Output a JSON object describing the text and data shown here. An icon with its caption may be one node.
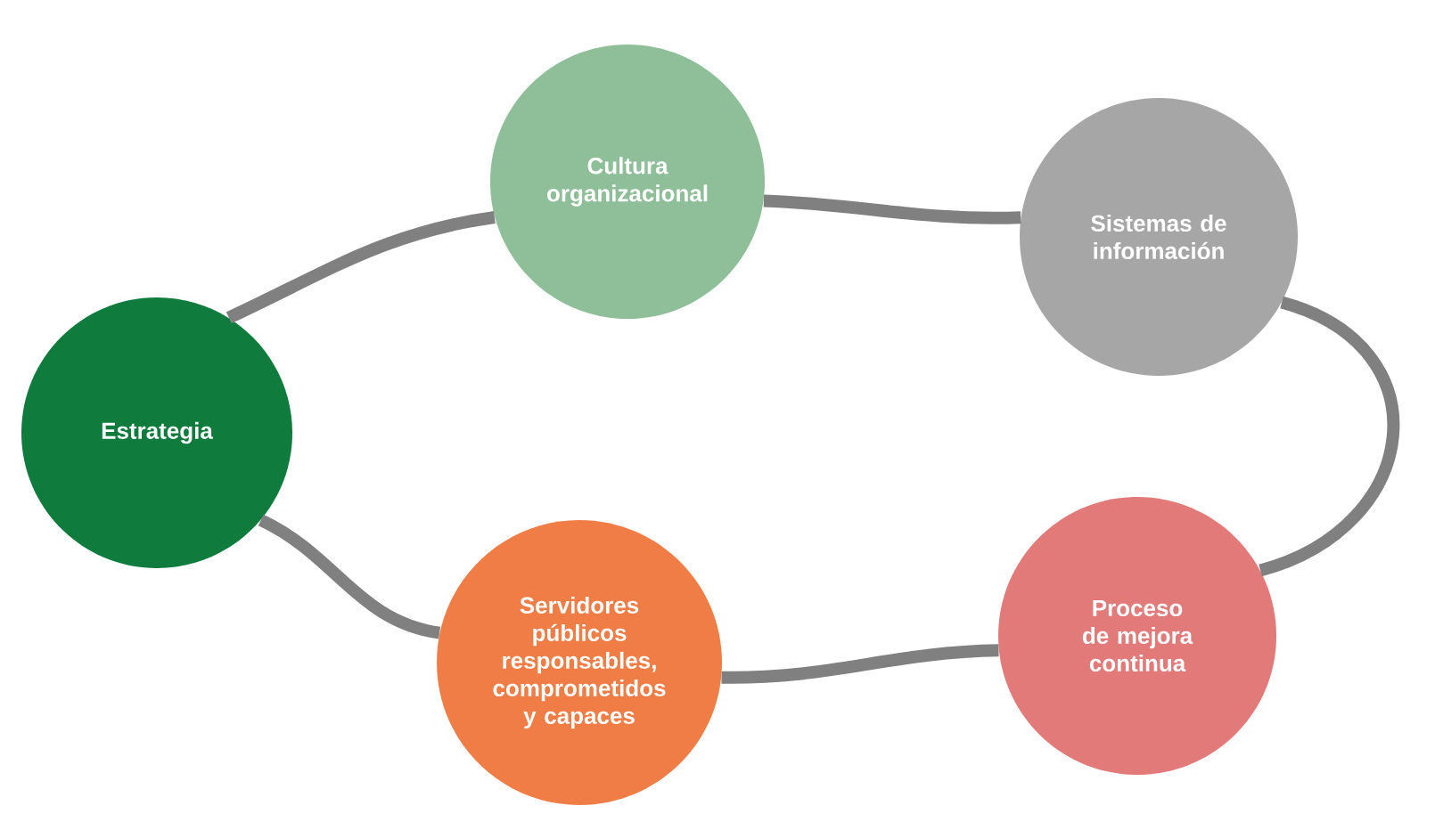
{
  "diagram": {
    "nodes": [
      {
        "text": [
          "Estrategia"
        ]
      },
      {
        "text": [
          "Cultura organizacional"
        ]
      },
      {
        "text": [
          "Sistemas de información"
        ]
      },
      {
        "text": [
          "Proceso de mejora continua"
        ]
      },
      {
        "text": [
          "Servidores públicos responsables, comprometidos y capaces"
        ]
      }
    ],
    "edges": [
      {
        "from": 0,
        "to": 1,
        "arrow": "none"
      },
      {
        "from": 1,
        "to": 2,
        "arrow": "none"
      },
      {
        "from": 2,
        "to": 3,
        "arrow": "none"
      },
      {
        "from": 3,
        "to": 4,
        "arrow": "none"
      },
      {
        "from": 4,
        "to": 0,
        "arrow": "none"
      }
    ]
  }
}
